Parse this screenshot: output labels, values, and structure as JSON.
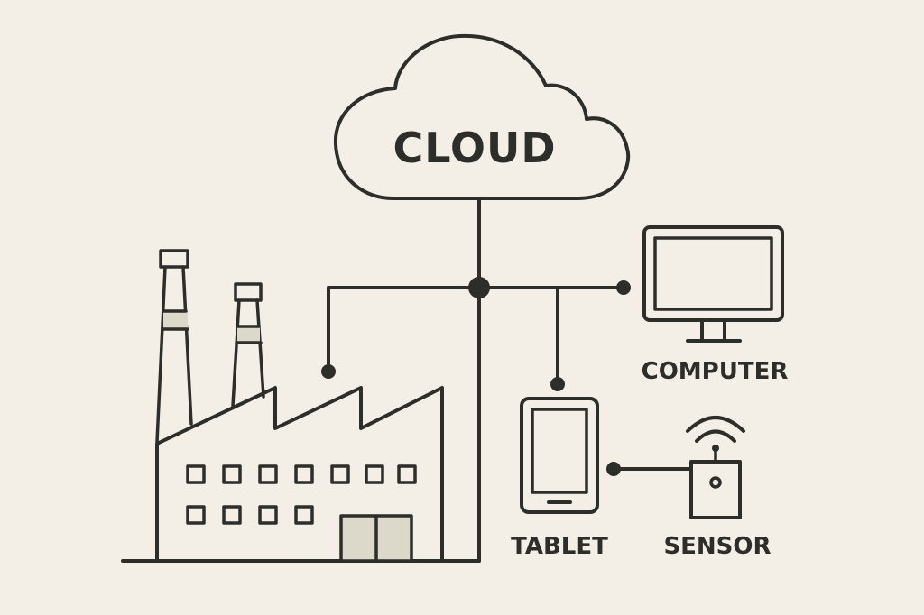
{
  "labels": {
    "cloud": "CLOUD",
    "computer": "COMPUTER",
    "tablet": "TABLET",
    "sensor": "SENSOR"
  },
  "colors": {
    "background": "#f4efe6",
    "stroke": "#2d2d2a",
    "accent_fill": "#dcd8ca"
  },
  "icons": [
    "cloud-icon",
    "factory-icon",
    "computer-monitor-icon",
    "tablet-icon",
    "sensor-icon",
    "wifi-signal-icon"
  ]
}
